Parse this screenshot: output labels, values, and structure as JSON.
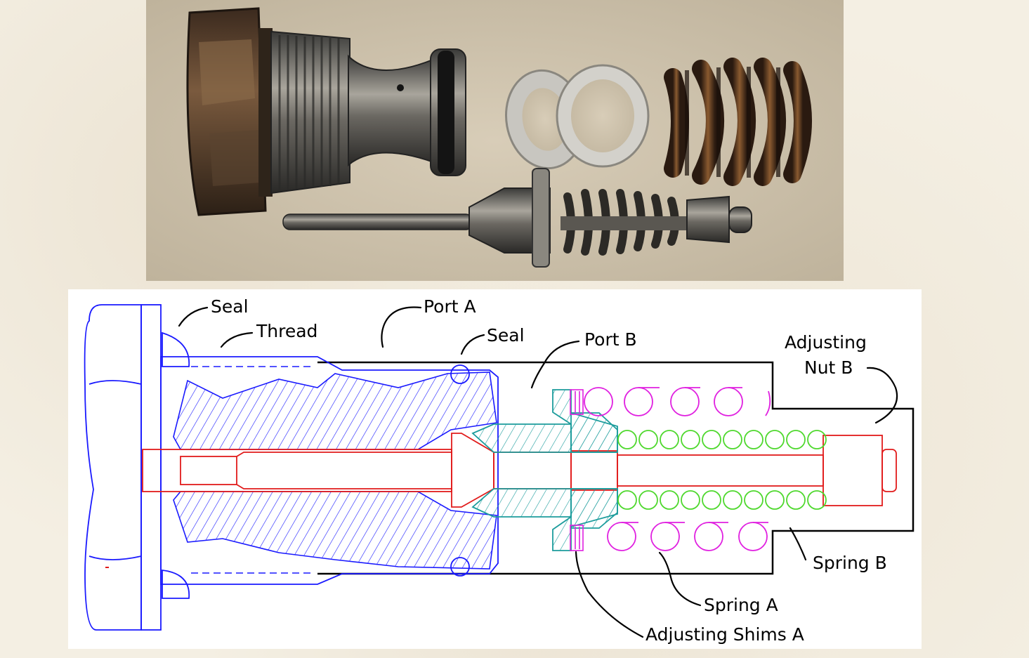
{
  "diagram": {
    "labels": {
      "seal_top_left": "Seal",
      "thread": "Thread",
      "port_a": "Port A",
      "seal_port": "Seal",
      "port_b": "Port B",
      "adjusting_nut_b_line1": "Adjusting",
      "adjusting_nut_b_line2": "Nut B",
      "spring_b": "Spring B",
      "spring_a": "Spring A",
      "adjusting_shims_a": "Adjusting Shims A"
    },
    "colors": {
      "body_outline": "#1a1aff",
      "poppet_red": "#e11b1b",
      "shim_teal": "#1c9c9c",
      "spring_a_magenta": "#e020e0",
      "spring_b_green": "#4fd82e",
      "housing_black": "#000000"
    }
  }
}
